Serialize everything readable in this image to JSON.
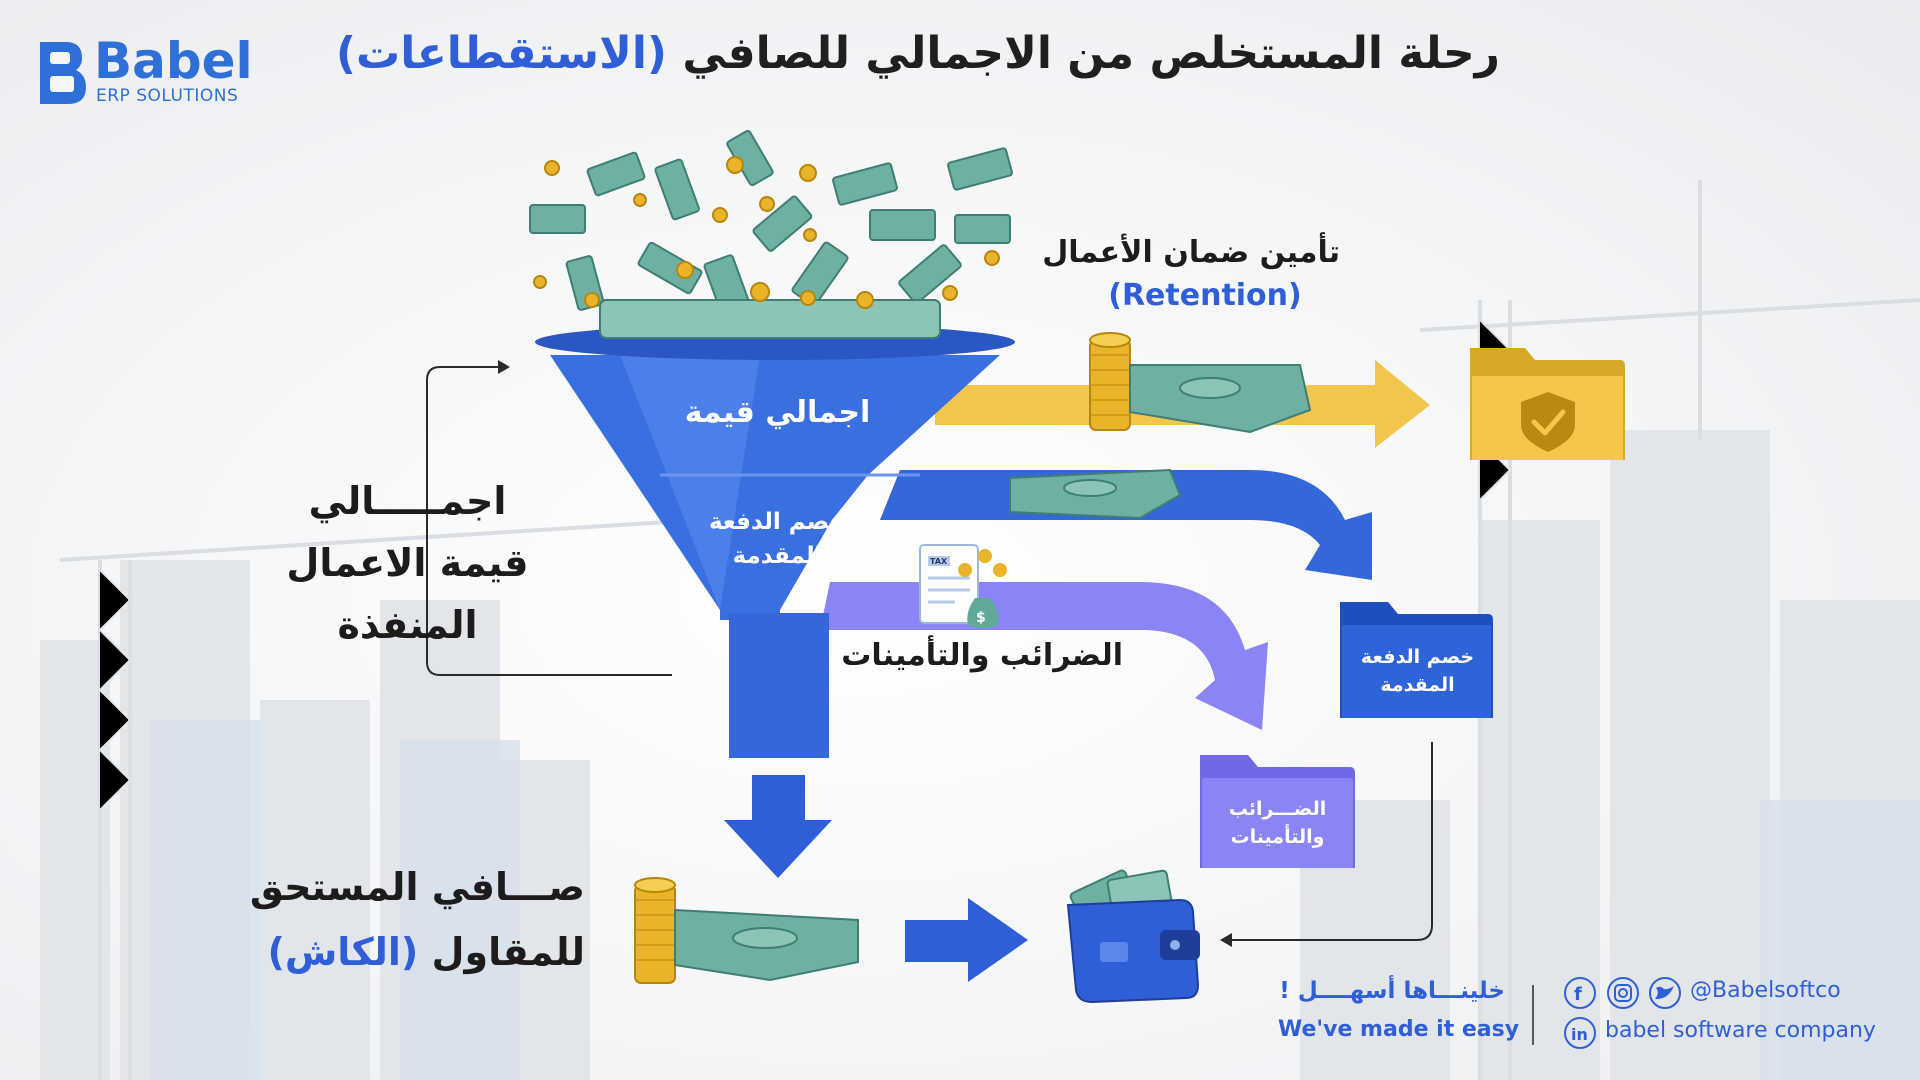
{
  "logo": {
    "name": "Babel",
    "tagline": "ERP SOLUTIONS"
  },
  "title": {
    "main": "رحلة المستخلص من الاجمالي للصافي",
    "highlight": "(الاستقطاعات)"
  },
  "funnel": {
    "top_label": "اجمالي قيمة",
    "middle_label": "خصم الدفعة المقدمة"
  },
  "left_labels": {
    "gross": "اجمـــــالي قيمة الاعمال المنفذة",
    "net_line1": "صـــافي المستحق",
    "net_line2": "للمقاول",
    "net_highlight": "(الكاش)"
  },
  "flows": {
    "retention_ar": "تأمين ضمان الأعمال",
    "retention_en": "(Retention)",
    "taxes": "الضرائب والتأمينات",
    "tax_icon_text": "TAX"
  },
  "folders": {
    "advance": "خصم الدفعة المقدمة",
    "taxes": "الضـــرائب والتأمينات"
  },
  "footer": {
    "slogan_ar": "خلينـــاها أسهــــل !",
    "slogan_en": "We've made it easy",
    "handle": "@Babelsoftco",
    "linkedin": "babel software company"
  },
  "colors": {
    "primary": "#2f5ed6",
    "retention": "#f0c64c",
    "taxes": "#8a84f5",
    "money": "#5fa89a"
  },
  "icons": [
    "facebook-icon",
    "instagram-icon",
    "twitter-icon",
    "linkedin-icon",
    "wallet-icon",
    "shield-check-icon",
    "tax-document-icon"
  ]
}
